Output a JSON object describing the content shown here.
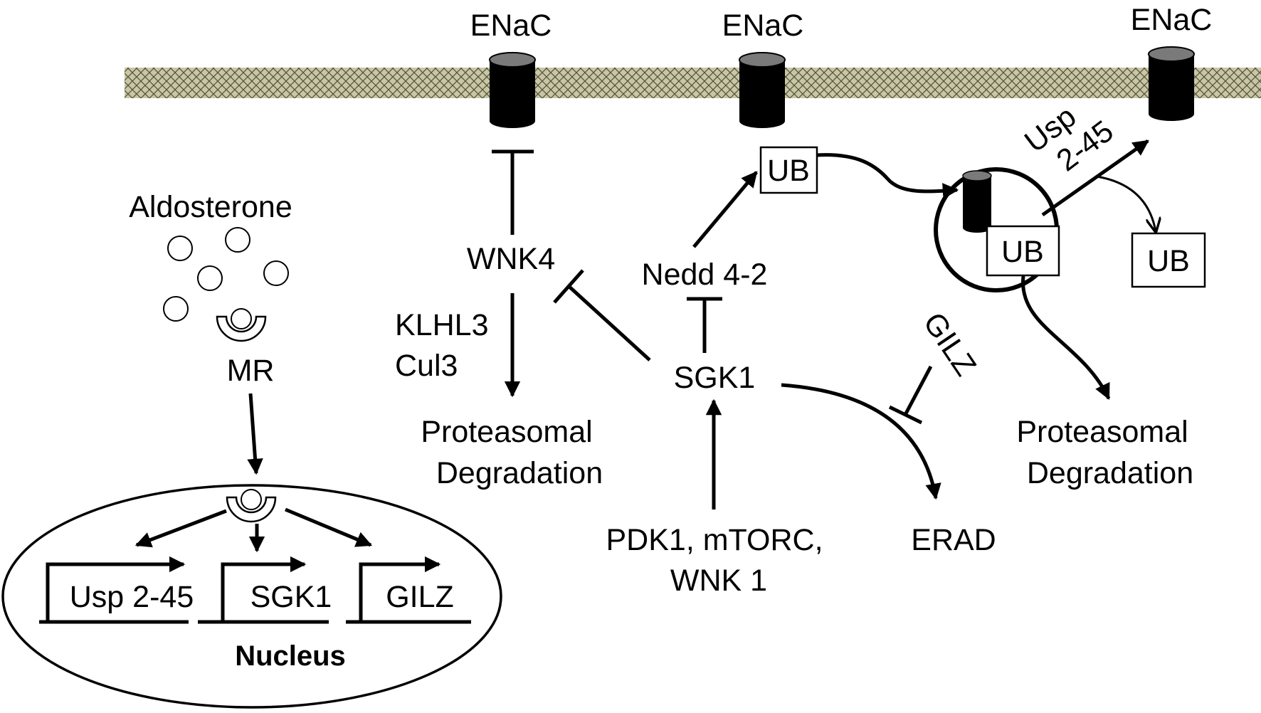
{
  "diagram": {
    "enac_labels": [
      "ENaC",
      "ENaC",
      "ENaC"
    ],
    "ub_labels": [
      "UB",
      "UB",
      "UB"
    ],
    "usp_label_line1": "Usp",
    "usp_label_line2": "2-45",
    "aldosterone": "Aldosterone",
    "mr": "MR",
    "wnk4": "WNK4",
    "klhl3": "KLHL3",
    "cul3": "Cul3",
    "nedd": "Nedd 4-2",
    "sgk1": "SGK1",
    "gilz": "GILZ",
    "erad": "ERAD",
    "pdk_line1": "PDK1, mTORC,",
    "pdk_line2": "WNK 1",
    "proteasomal_left_line1": "Proteasomal",
    "proteasomal_left_line2": "Degradation",
    "proteasomal_right_line1": "Proteasomal",
    "proteasomal_right_line2": "Degradation",
    "nucleus": {
      "title": "Nucleus",
      "genes": [
        "Usp 2-45",
        "SGK1",
        "GILZ"
      ]
    },
    "colors": {
      "membrane_fill": "#c9c6a6",
      "membrane_hatch": "#55553d",
      "channel_body": "#000000",
      "channel_top": "#7a7a7a",
      "ink": "#000000"
    }
  }
}
